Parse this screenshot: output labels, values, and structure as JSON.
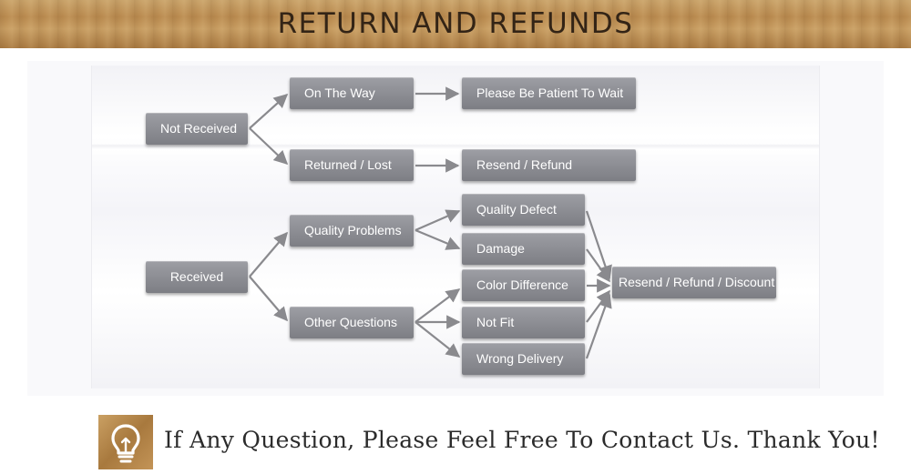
{
  "header": {
    "title": "RETURN AND REFUNDS"
  },
  "diagram": {
    "nodes": {
      "not_received": "Not Received",
      "on_the_way": "On The Way",
      "please_wait": "Please Be Patient To Wait",
      "returned_lost": "Returned / Lost",
      "resend_refund": "Resend / Refund",
      "received": "Received",
      "quality_problems": "Quality Problems",
      "quality_defect": "Quality Defect",
      "damage": "Damage",
      "other_questions": "Other Questions",
      "color_difference": "Color Difference",
      "not_fit": "Not Fit",
      "wrong_delivery": "Wrong Delivery",
      "resend_refund_discount": "Resend / Refund / Discount"
    }
  },
  "footer": {
    "icon": "lightbulb-icon",
    "message": "If Any Question, Please Feel Free To Contact Us. Thank You!"
  },
  "colors": {
    "node": "#8b8c91",
    "arrow": "#8a8a8e",
    "banner": "#b98a4f",
    "icon_bg": "#b8894c"
  }
}
